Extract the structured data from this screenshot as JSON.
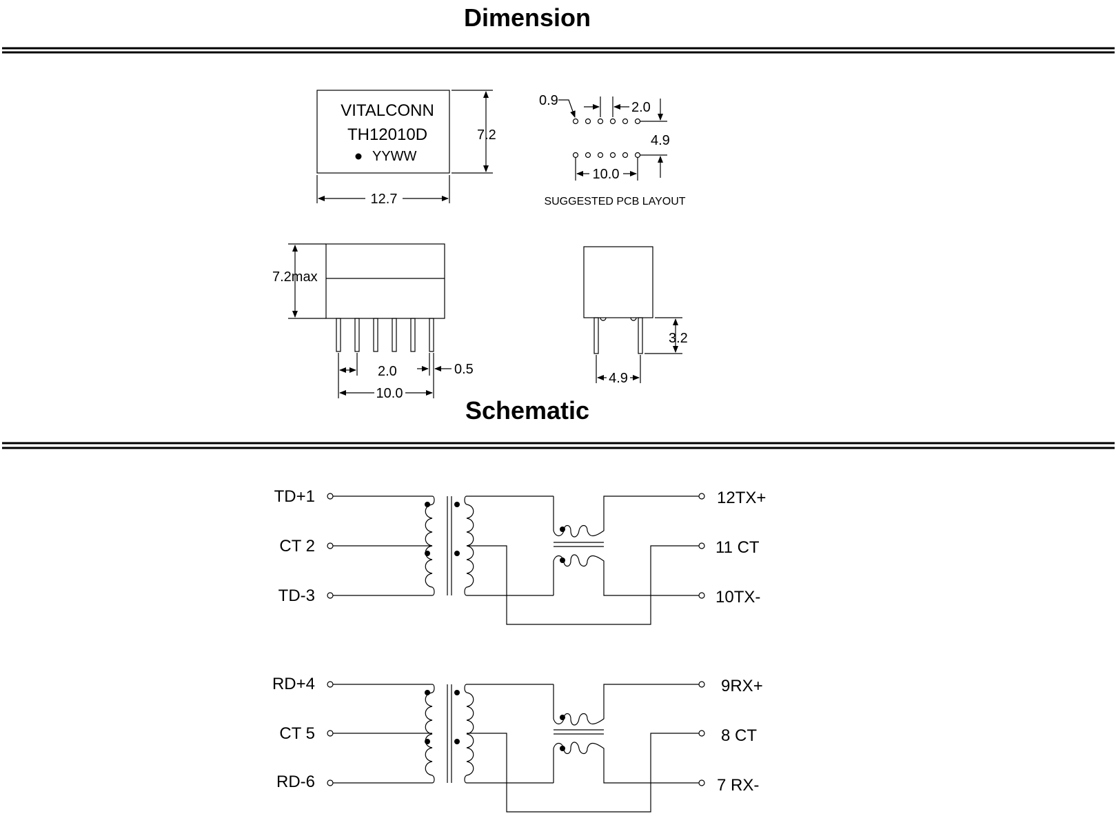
{
  "headings": {
    "dimension": "Dimension",
    "schematic": "Schematic"
  },
  "part_marking": {
    "brand": "VITALCONN",
    "part_number": "TH12010D",
    "date_code": "YYWW"
  },
  "top_view": {
    "height": "7.2",
    "width": "12.7"
  },
  "pcb_layout": {
    "hole_dia": "0.9",
    "pitch": "2.0",
    "row_spacing": "4.9",
    "span": "10.0",
    "caption": "SUGGESTED PCB LAYOUT"
  },
  "side_view": {
    "height": "7.2max",
    "pitch": "2.0",
    "pin_width": "0.5",
    "span": "10.0"
  },
  "end_view": {
    "pin_length": "3.2",
    "row_spacing": "4.9"
  },
  "schematic": {
    "tx": {
      "left": [
        "TD+1",
        "CT 2",
        "TD-3"
      ],
      "right": [
        "12TX+",
        "11 CT",
        "10TX-"
      ]
    },
    "rx": {
      "left": [
        "RD+4",
        "CT 5",
        "RD-6"
      ],
      "right": [
        "9RX+",
        "8 CT",
        "7 RX-"
      ]
    }
  }
}
